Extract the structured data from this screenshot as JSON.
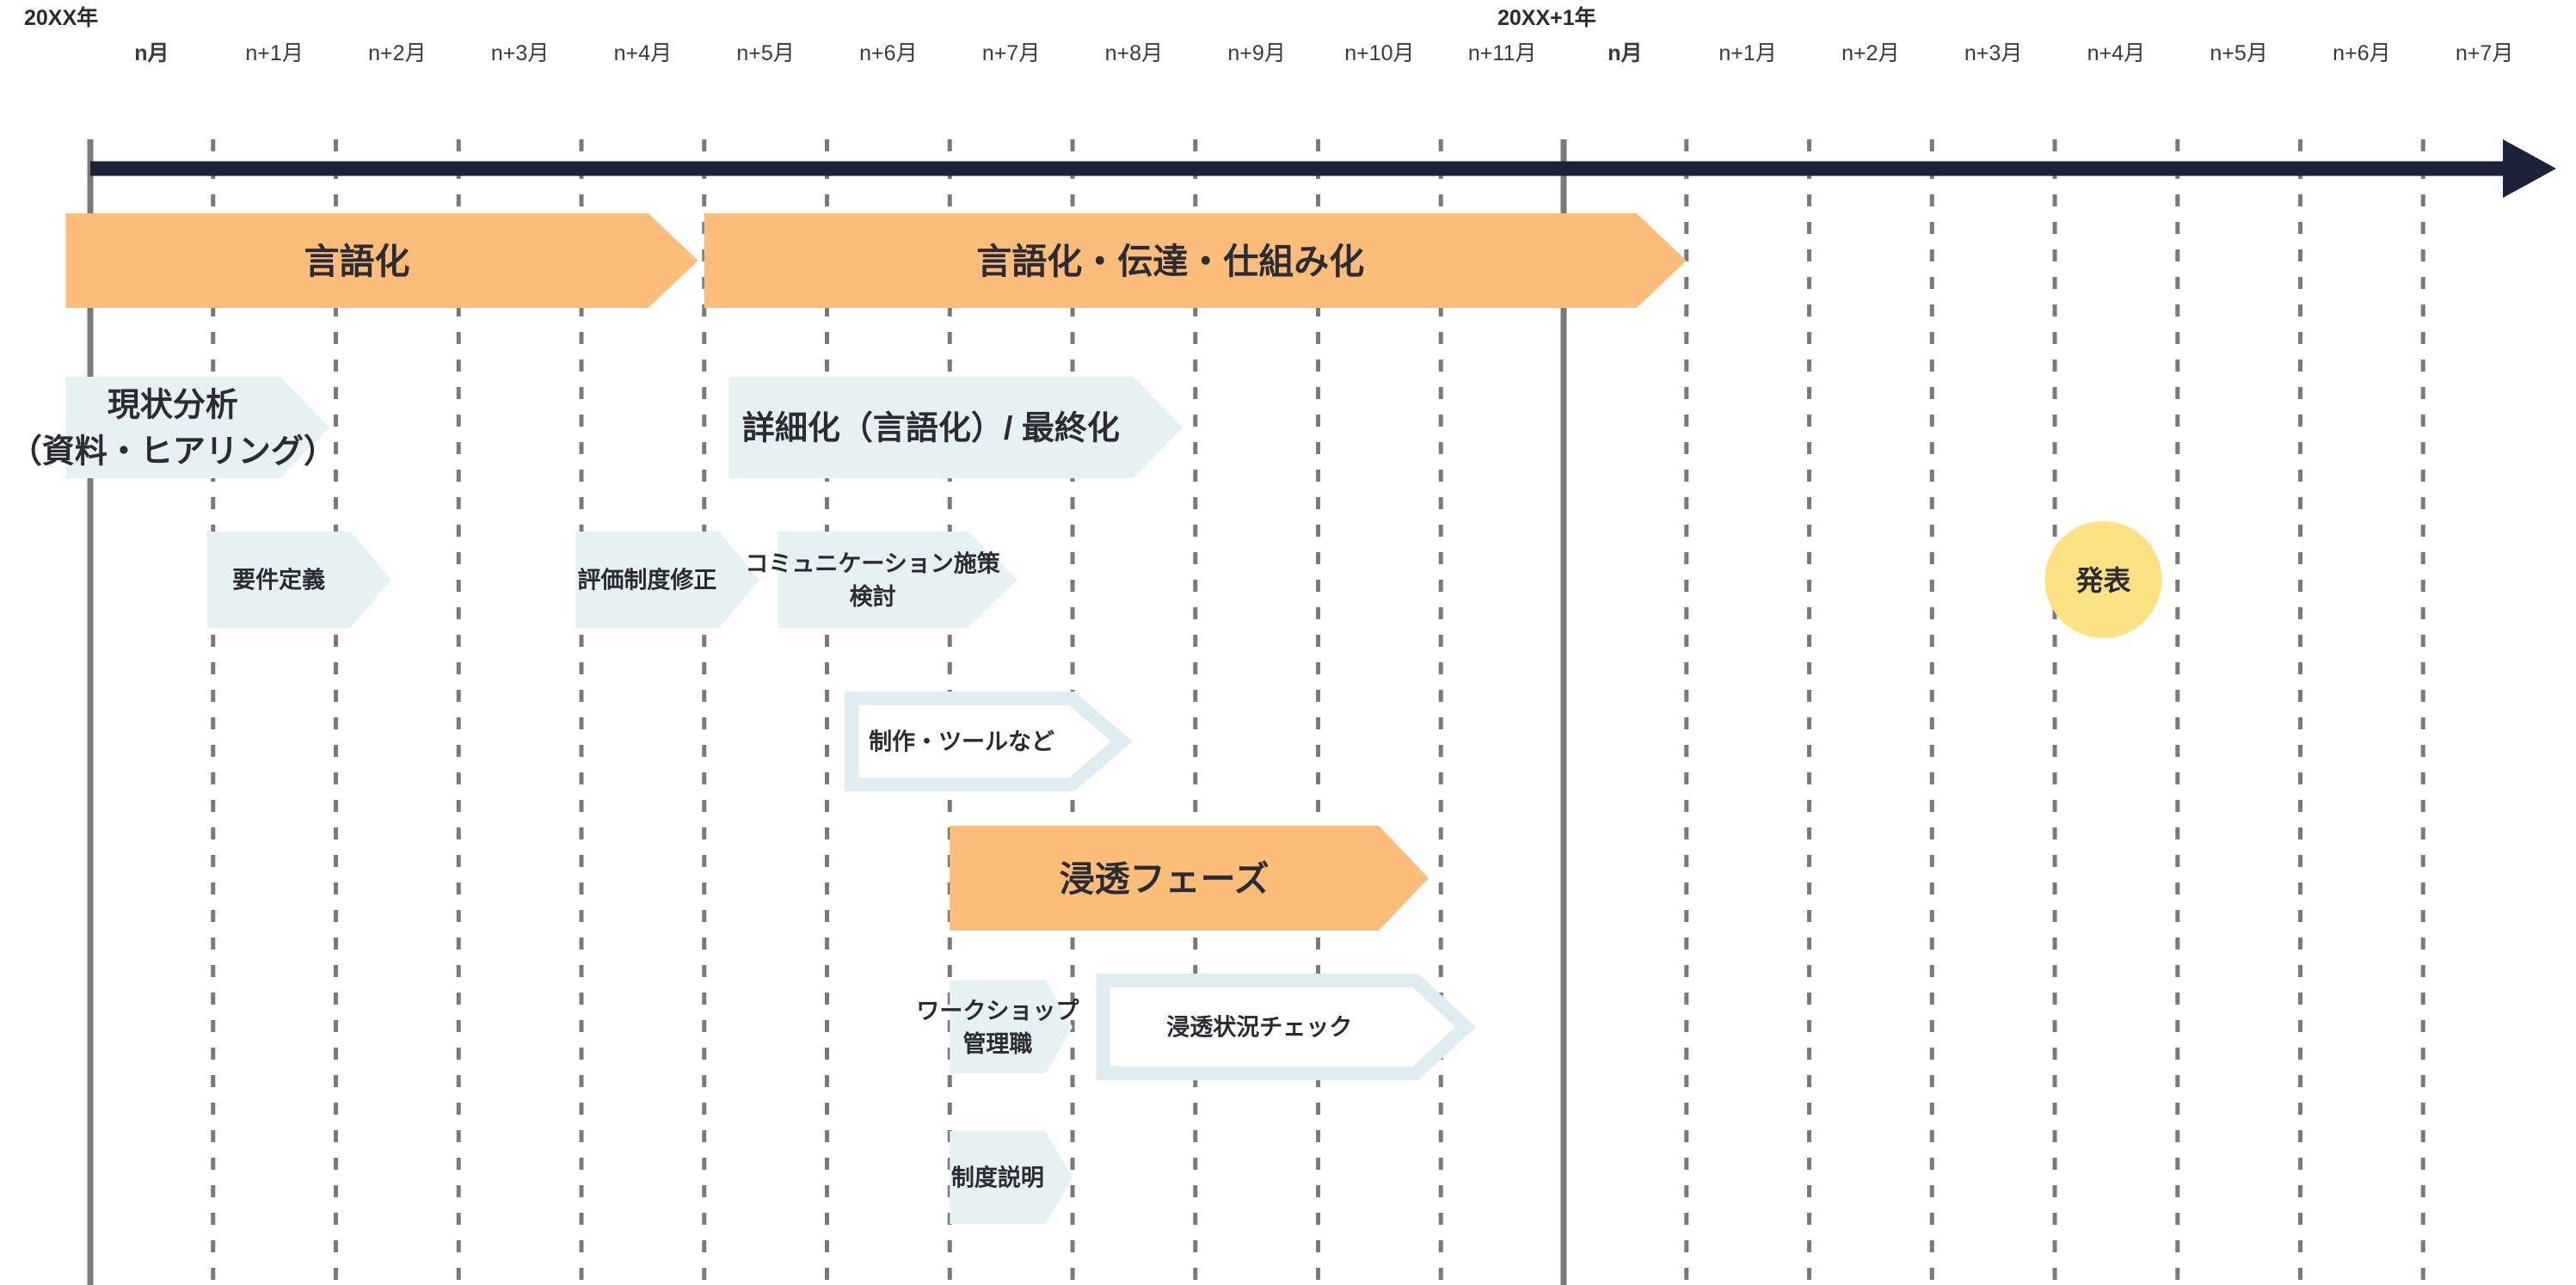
{
  "chart_data": {
    "type": "table",
    "title": "",
    "xlabel": "",
    "ylabel": "",
    "axis": {
      "arrow_color": "#1b2239",
      "year_line_color": "#7a7a7a",
      "month_line_color": "#7a7a7a",
      "month_line_style": "dashed",
      "grid": true,
      "direction": "left-to-right"
    },
    "years": [
      {
        "label": "20XX年",
        "start_month_index": 0
      },
      {
        "label": "20XX+1年",
        "start_month_index": 12
      }
    ],
    "months": [
      "n月",
      "n+1月",
      "n+2月",
      "n+3月",
      "n+4月",
      "n+5月",
      "n+6月",
      "n+7月",
      "n+8月",
      "n+9月",
      "n+10月",
      "n+11月",
      "n月",
      "n+1月",
      "n+2月",
      "n+3月",
      "n+4月",
      "n+5月",
      "n+6月",
      "n+7月"
    ],
    "bars": [
      {
        "label": "言語化",
        "row": 0,
        "start": -0.2,
        "end": 4.95,
        "style": "phase-orange",
        "size": "phase"
      },
      {
        "label": "言語化・伝達・仕組み化",
        "row": 0,
        "start": 5.0,
        "end": 13.0,
        "style": "phase-orange",
        "size": "phase"
      },
      {
        "label": "現状分析\n（資料・ヒアリング）",
        "row": 1,
        "start": -0.2,
        "end": 1.95,
        "style": "task-fill",
        "size": "major"
      },
      {
        "label": "詳細化（言語化）/ 最終化",
        "row": 1,
        "start": 5.2,
        "end": 8.9,
        "style": "task-fill",
        "size": "major"
      },
      {
        "label": "要件定義",
        "row": 2,
        "start": 0.95,
        "end": 2.45,
        "style": "task-fill",
        "size": "task"
      },
      {
        "label": "評価制度修正",
        "row": 2,
        "start": 3.95,
        "end": 5.45,
        "style": "task-fill",
        "size": "task"
      },
      {
        "label": "コミュニケーション施策\n検討",
        "row": 2,
        "start": 5.6,
        "end": 7.55,
        "style": "task-fill",
        "size": "task"
      },
      {
        "label": "制作・ツールなど",
        "row": 3,
        "start": 6.2,
        "end": 8.4,
        "style": "task-outline",
        "size": "task"
      },
      {
        "label": "浸透フェーズ",
        "row": 4,
        "start": 7.0,
        "end": 10.9,
        "style": "phase-orange",
        "size": "phase"
      },
      {
        "label": "ワークショップ\n管理職",
        "row": 5,
        "start": 7.0,
        "end": 8.0,
        "style": "task-fill",
        "size": "task"
      },
      {
        "label": "浸透状況チェック",
        "row": 5,
        "start": 8.25,
        "end": 11.2,
        "style": "task-outline",
        "size": "task"
      },
      {
        "label": "制度説明",
        "row": 6,
        "start": 7.0,
        "end": 8.0,
        "style": "task-fill",
        "size": "task"
      }
    ],
    "milestones": [
      {
        "label": "発表",
        "row": 2,
        "month_index": 16.0,
        "style": "circle-yellow"
      }
    ],
    "legend": {
      "visible": false,
      "entries": []
    }
  },
  "colors": {
    "orange_phase": "#FBBD79",
    "light_blue_fill": "#E6F1F3",
    "outline_border": "#DEEDF1",
    "outline_fill": "#FFFFFF",
    "milestone_yellow": "#FDE283",
    "axis_arrow": "#1B2239",
    "grid_line": "#7A7A7A",
    "text": "#2B2B33",
    "background": "#FFFFFF"
  }
}
